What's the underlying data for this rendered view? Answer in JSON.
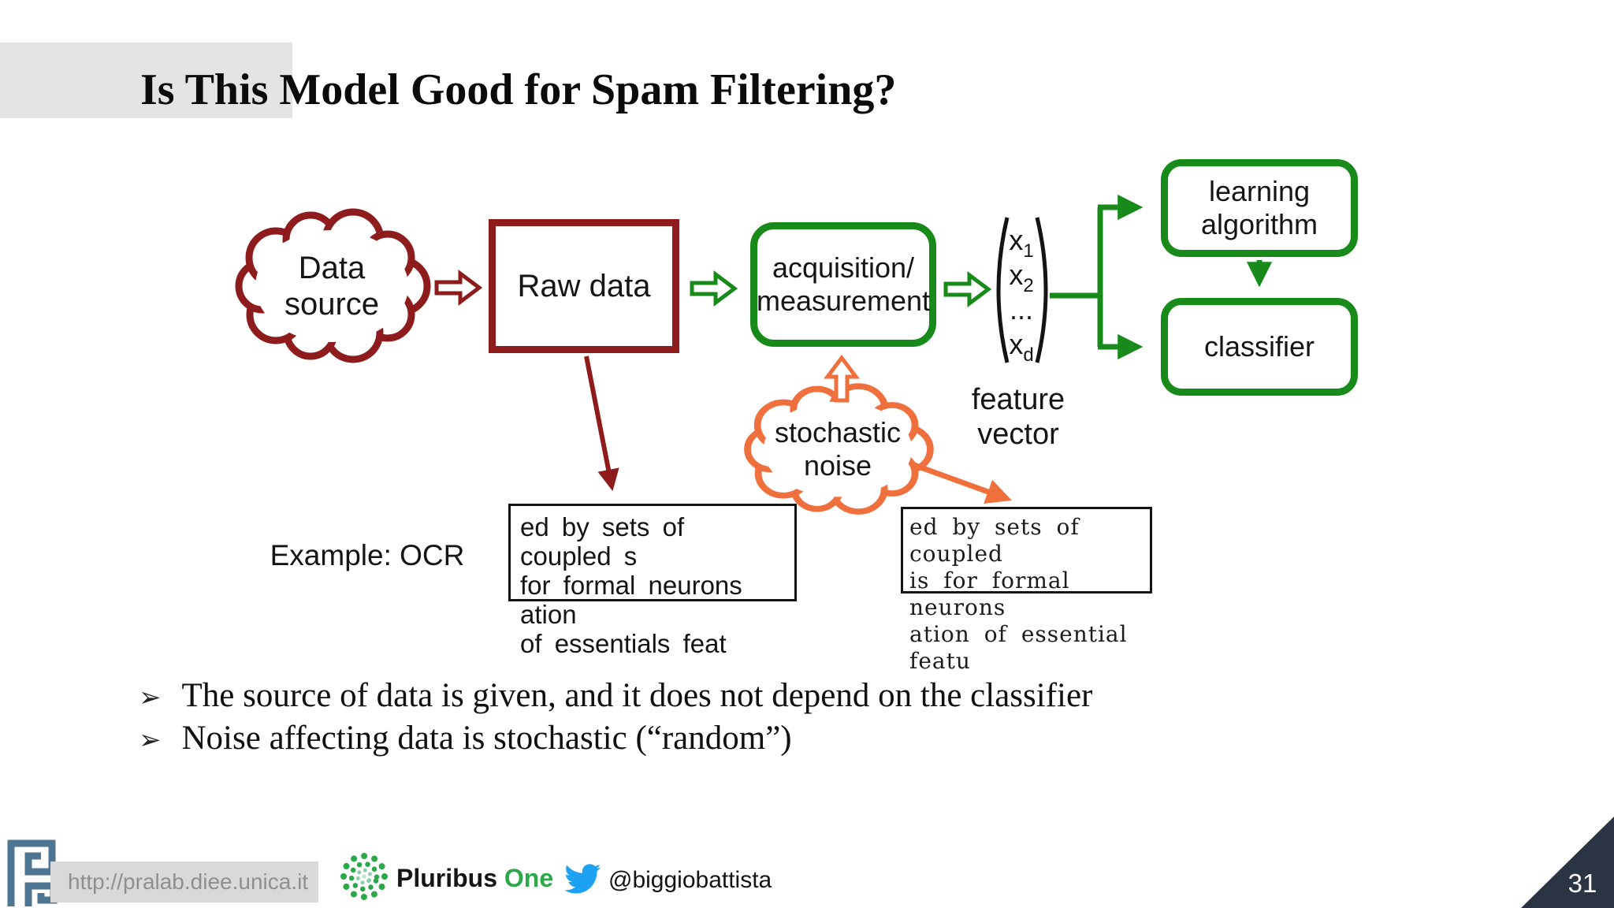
{
  "title": "Is This Model Good for Spam Filtering?",
  "diagram": {
    "data_source": {
      "line1": "Data",
      "line2": "source"
    },
    "raw_data_label": "Raw data",
    "acquisition": {
      "line1": "acquisition/",
      "line2": "measurement"
    },
    "feature_vector": {
      "entries": [
        {
          "base": "x",
          "sub": "1"
        },
        {
          "base": "x",
          "sub": "2"
        },
        {
          "base": "...",
          "sub": ""
        },
        {
          "base": "x",
          "sub": "d"
        }
      ],
      "label_line1": "feature",
      "label_line2": "vector"
    },
    "learning_algorithm": {
      "line1": "learning",
      "line2": "algorithm"
    },
    "classifier_label": "classifier",
    "stochastic_noise": {
      "line1": "stochastic",
      "line2": "noise"
    },
    "example_label": "Example: OCR",
    "ocr_clean": {
      "line1": "ed by sets of coupled s",
      "line2": "for formal neurons ation",
      "line3": "of essentials feat"
    },
    "ocr_noisy": {
      "line1": "ed by sets of coupled",
      "line2": "is for formal neurons",
      "line3": "ation of essential featu"
    }
  },
  "bullet_glyph": "➢",
  "bullets": [
    "The source of data is given, and it does not depend on the classifier",
    "Noise affecting data is stochastic (“random”)"
  ],
  "footer": {
    "url": "http://pralab.diee.unica.it",
    "brand": "Pluribus ",
    "brand_suffix": "One",
    "twitter_handle": "@biggiobattista",
    "page_number": "31"
  },
  "colors": {
    "dark_red": "#8e1c1c",
    "green": "#178a1a",
    "orange": "#ef6f3d",
    "title_highlight": "#e4e4e4",
    "footer_bar": "#d9d9d9",
    "corner_triangle": "#2b3443",
    "twitter_blue": "#1da1f2",
    "pluribus_green": "#2ba84a"
  }
}
